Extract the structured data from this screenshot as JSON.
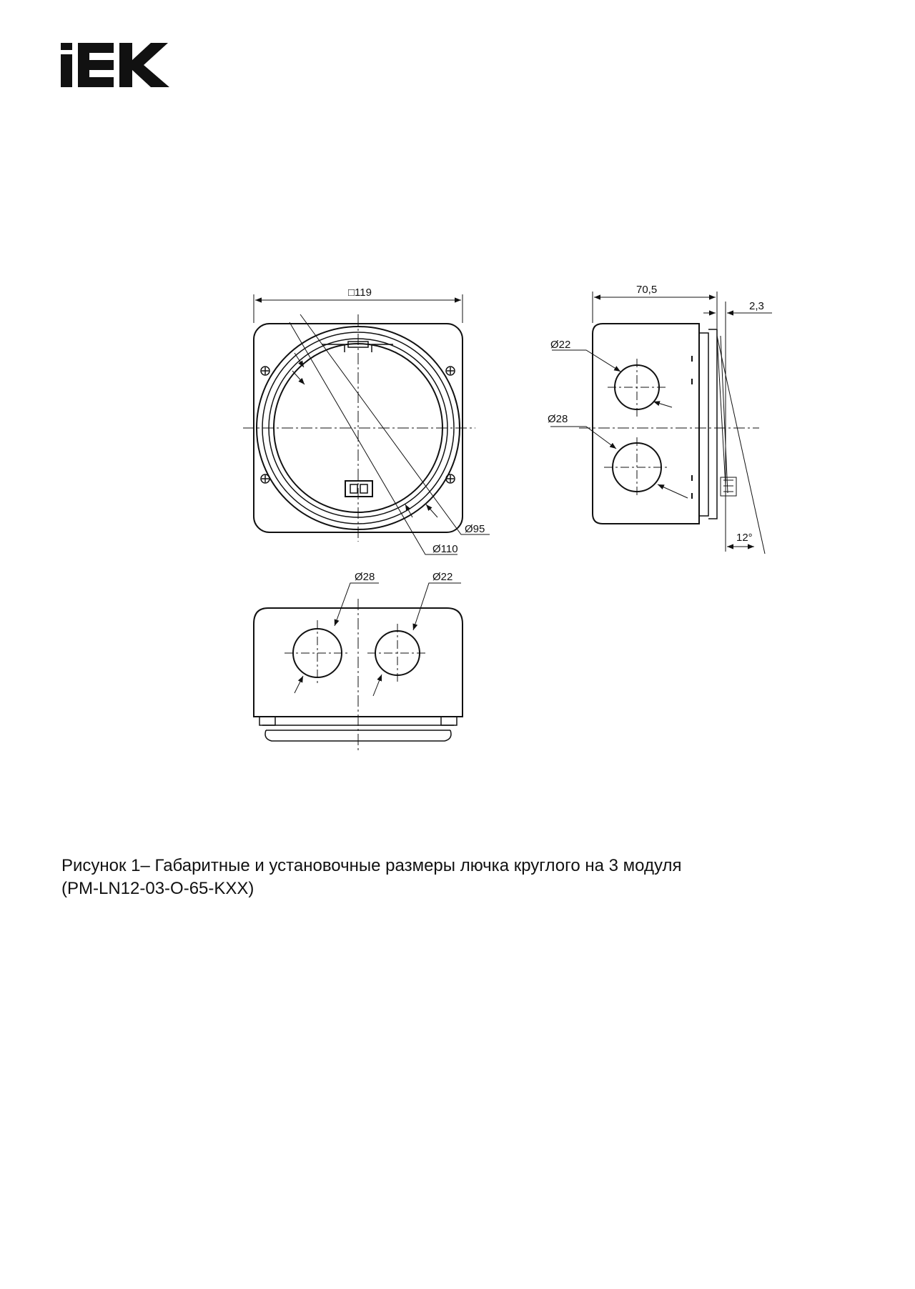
{
  "brand": {
    "logo_text": "IEK"
  },
  "front_view": {
    "size_label": "□119",
    "diam_inner_label": "Ø95",
    "diam_outer_label": "Ø110"
  },
  "side_view": {
    "depth_label": "70,5",
    "flange_label": "2,3",
    "hole_top_label": "Ø22",
    "hole_bottom_label": "Ø28",
    "angle_label": "12°"
  },
  "bottom_view": {
    "hole_left_label": "Ø28",
    "hole_right_label": "Ø22"
  },
  "caption": {
    "line1": "Рисунок 1– Габаритные и установочные размеры лючка круглого на 3 модуля",
    "line2": "(PM-LN12-03-O-65-KXX)"
  },
  "colors": {
    "ink": "#111111",
    "background": "#ffffff"
  }
}
